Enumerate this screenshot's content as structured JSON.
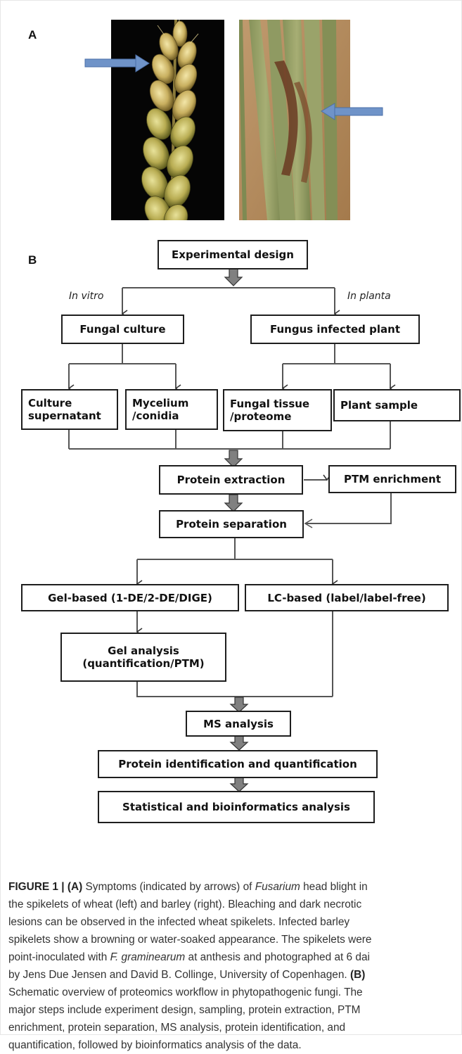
{
  "panel_labels": {
    "a": "A",
    "b": "B"
  },
  "flowchart": {
    "experimental_design": "Experimental design",
    "in_vitro": "In vitro",
    "in_planta": "In planta",
    "fungal_culture": "Fungal culture",
    "fungus_infected_plant": "Fungus infected plant",
    "culture_supernatant_1": "Culture",
    "culture_supernatant_2": "supernatant",
    "mycelium_1": "Mycelium",
    "mycelium_2": "/conidia",
    "fungal_tissue_1": "Fungal tissue",
    "fungal_tissue_2": "/proteome",
    "plant_sample": "Plant sample",
    "protein_extraction": "Protein extraction",
    "ptm_enrichment": "PTM enrichment",
    "protein_separation": "Protein separation",
    "gel_based": "Gel-based (1-DE/2-DE/DIGE)",
    "lc_based": "LC-based (label/label-free)",
    "gel_analysis_1": "Gel analysis",
    "gel_analysis_2": "(quantification/PTM)",
    "ms_analysis": "MS analysis",
    "protein_identification": "Protein identification and quantification",
    "statistical_analysis": "Statistical and bioinformatics analysis"
  },
  "caption": {
    "l1_label": "FIGURE 1 | (A)",
    "l1_a": " Symptoms (indicated by arrows) of ",
    "l1_i": "Fusarium",
    "l1_b": " head blight in",
    "l2": "the spikelets of wheat (left) and barley (right). Bleaching and dark necrotic",
    "l3": "lesions can be observed in the infected wheat spikelets. Infected barley",
    "l4": "spikelets show a browning or water-soaked appearance. The spikelets were",
    "l5_a": "point-inoculated with ",
    "l5_i": "F. graminearum",
    "l5_b": " at anthesis and photographed at 6 dai",
    "l6_a": "by Jens Due Jensen and David B. Collinge, University of Copenhagen. ",
    "l6_label": "(B)",
    "l7": "Schematic overview of proteomics workflow in phytopathogenic fungi. The",
    "l8": "major steps include experiment design, sampling, protein extraction, PTM",
    "l9": "enrichment, protein separation, MS analysis, protein identification, and",
    "l10": "quantification, followed by bioinformatics analysis of the data."
  },
  "colors": {
    "arrow_blue": "#6f93c8",
    "box_border": "#1e1e1e",
    "caption_text": "#333333"
  }
}
